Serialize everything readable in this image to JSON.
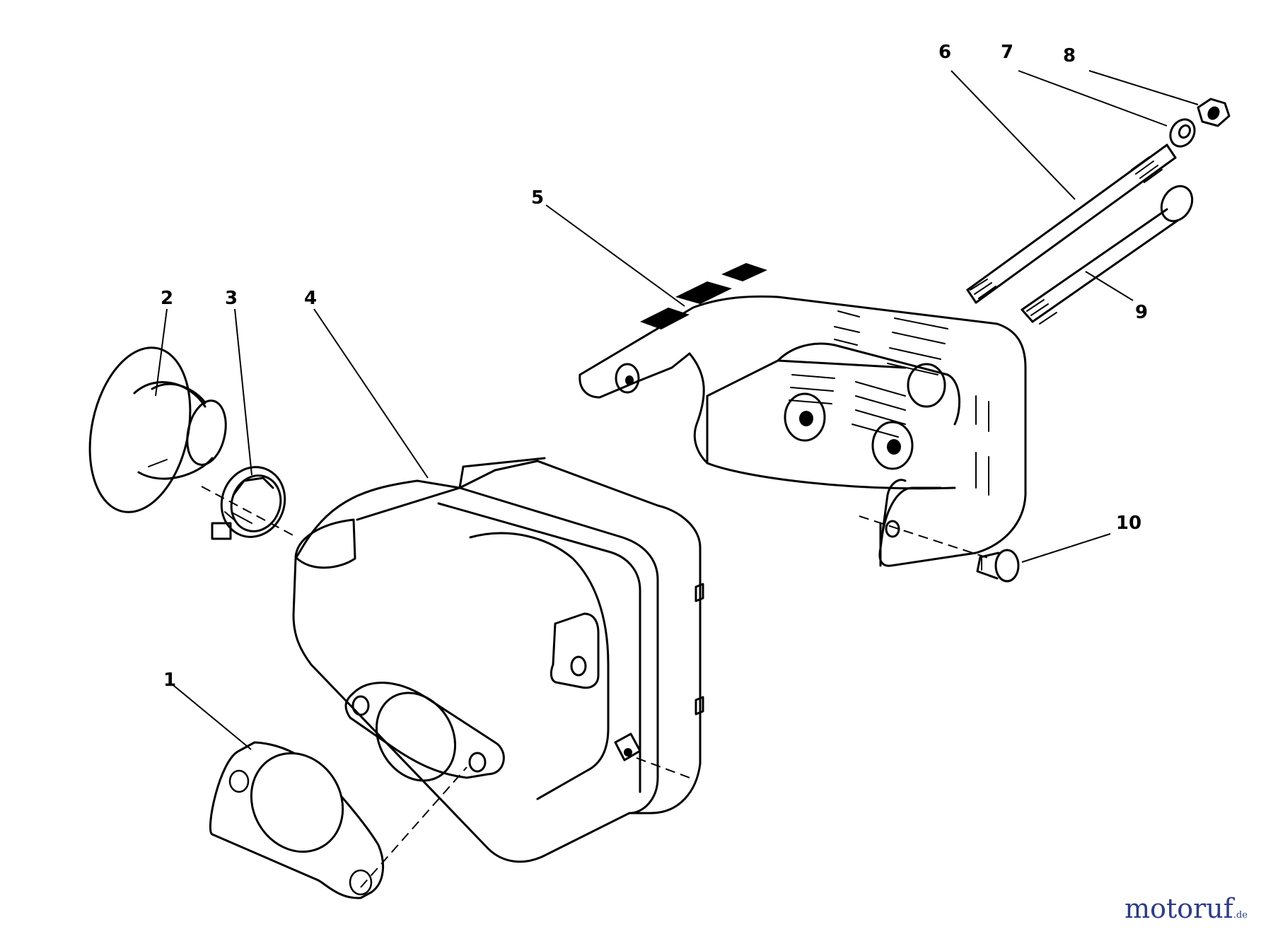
{
  "diagram": {
    "callouts": [
      "1",
      "2",
      "3",
      "4",
      "5",
      "6",
      "7",
      "8",
      "9",
      "10"
    ]
  },
  "watermark": {
    "text": "motoruf",
    "tld": ".de",
    "colors": [
      "#2b3b8f",
      "#d81e1e",
      "#f2a81d",
      "#2a8a3b"
    ]
  }
}
